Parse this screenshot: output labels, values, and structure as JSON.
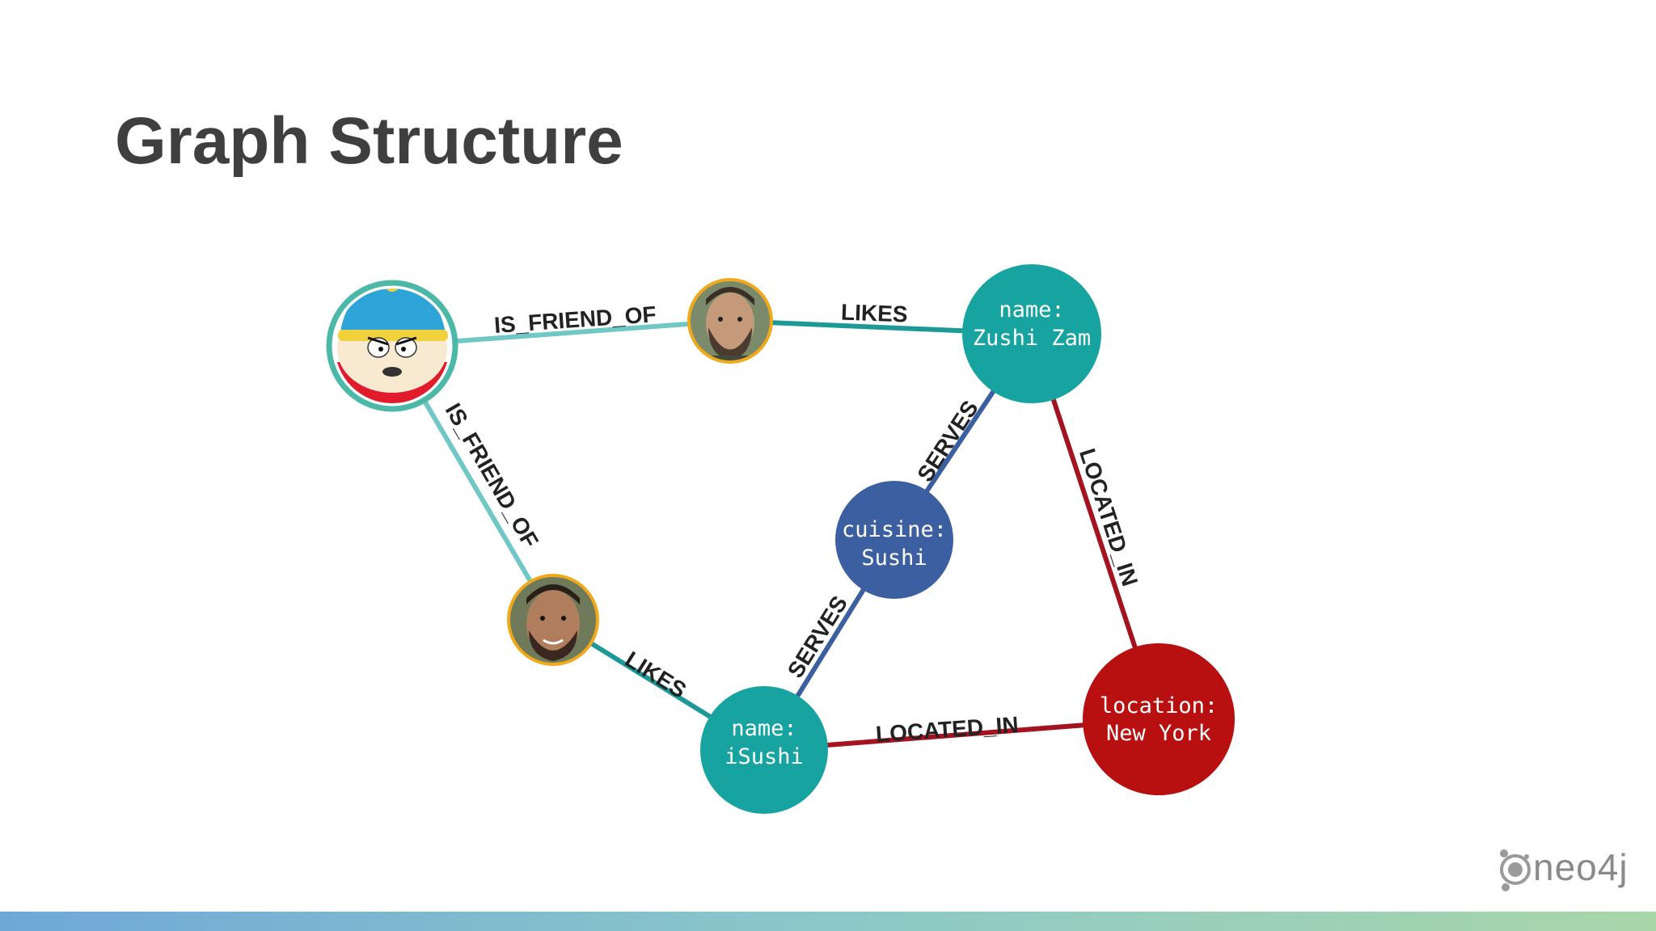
{
  "slide": {
    "title": "Graph Structure"
  },
  "colors": {
    "teal": "#17a3a0",
    "blue": "#3b5fa0",
    "red": "#b80f10",
    "friend_edge": "#70c8c6",
    "likes_edge": "#1d9a98",
    "serves_edge": "#3b5fa0",
    "located_edge": "#a31420",
    "person_ring": "#f0a91d",
    "cartman_ring": "#4cb8a8"
  },
  "nodes": {
    "zushi_zam": {
      "line1": "name:",
      "line2": "Zushi Zam"
    },
    "cuisine": {
      "line1": "cuisine:",
      "line2": "Sushi"
    },
    "isushi": {
      "line1": "name:",
      "line2": "iSushi"
    },
    "new_york": {
      "line1": "location:",
      "line2": "New York"
    },
    "cartman": {
      "icon": "cartoon-avatar-icon"
    },
    "person1": {
      "icon": "person-photo-icon"
    },
    "person2": {
      "icon": "person-photo-icon"
    }
  },
  "edges": {
    "friend_top": "IS_FRIEND_OF",
    "friend_left": "IS_FRIEND_OF",
    "likes_top": "LIKES",
    "likes_bottom": "LIKES",
    "serves_top": "SERVES",
    "serves_bottom": "SERVES",
    "located_right": "LOCATED_IN",
    "located_bottom": "LOCATED_IN"
  },
  "logo": {
    "text": "neo4j"
  }
}
